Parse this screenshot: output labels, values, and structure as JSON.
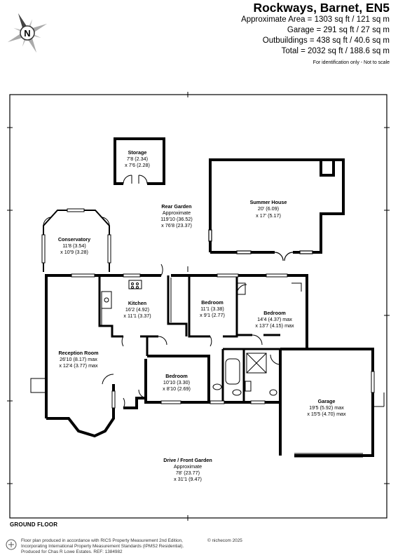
{
  "header": {
    "title": "Rockways, Barnet, EN5",
    "areas": [
      "Approximate Area = 1303 sq ft / 121 sq m",
      "Garage = 291 sq ft / 27 sq m",
      "Outbuildings = 438 sq ft / 40.6 sq m",
      "Total = 2032 sq ft / 188.6 sq m"
    ],
    "note": "For identification only - Not to scale"
  },
  "compass": {
    "letter": "N"
  },
  "rooms": {
    "storage": {
      "name": "Storage",
      "dims": [
        "7'8 (2.34)",
        "x 7'6 (2.28)"
      ]
    },
    "summer_house": {
      "name": "Summer House",
      "dims": [
        "20' (6.09)",
        "x 17' (5.17)"
      ]
    },
    "rear_garden": {
      "name": "Rear Garden",
      "dims": [
        "Approximate",
        "119'10 (36.52)",
        "x 76'8 (23.37)"
      ]
    },
    "conservatory": {
      "name": "Conservatory",
      "dims": [
        "11'8 (3.54)",
        "x 10'9 (3.28)"
      ]
    },
    "kitchen": {
      "name": "Kitchen",
      "dims": [
        "16'2 (4.92)",
        "x 11'1 (3.37)"
      ]
    },
    "bedroom1": {
      "name": "Bedroom",
      "dims": [
        "11'1 (3.38)",
        "x 9'1 (2.77)"
      ]
    },
    "bedroom2": {
      "name": "Bedroom",
      "dims": [
        "14'4 (4.37) max",
        "x 13'7 (4.15) max"
      ]
    },
    "reception": {
      "name": "Reception Room",
      "dims": [
        "26'10 (8.17) max",
        "x 12'4 (3.77) max"
      ]
    },
    "bedroom3": {
      "name": "Bedroom",
      "dims": [
        "10'10 (3.30)",
        "x 8'10 (2.69)"
      ]
    },
    "garage": {
      "name": "Garage",
      "dims": [
        "19'5 (5.92) max",
        "x 15'5 (4.70) max"
      ]
    },
    "drive": {
      "name": "Drive  / Front Garden",
      "dims": [
        "Approximate",
        "78' (23.77)",
        "x 31'1 (9.47)"
      ]
    }
  },
  "floor_label": "GROUND FLOOR",
  "footer": {
    "lines": [
      "Floor plan produced in accordance with RICS Property Measurement 2nd Edition,",
      "Incorporating International Property Measurement Standards (IPMS2 Residential).",
      "Produced for Chas R Lowe Estates.   REF: 1384982"
    ],
    "copyright": "© nichecom 2025"
  }
}
